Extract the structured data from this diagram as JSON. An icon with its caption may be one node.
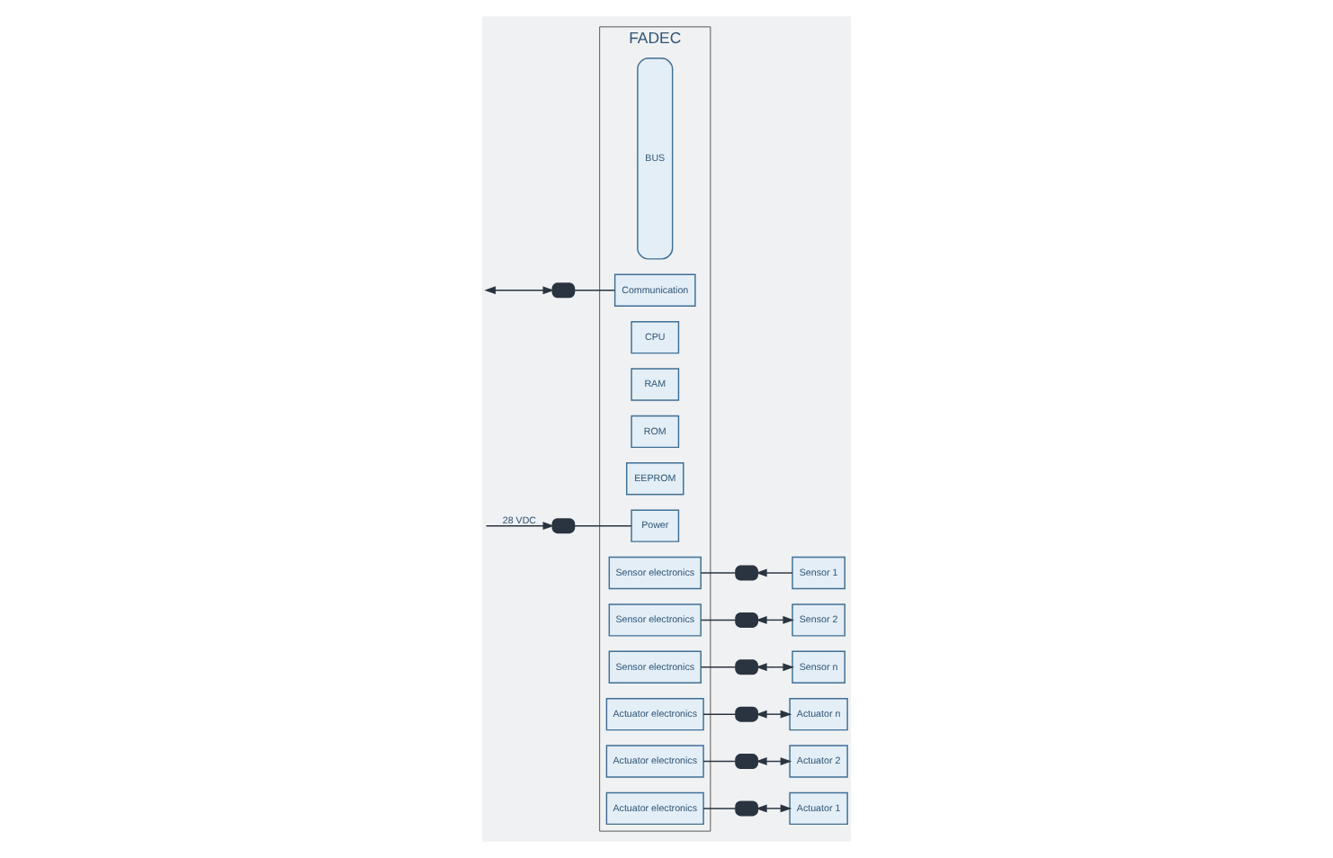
{
  "diagram": {
    "nodes": [
      {
        "text": [
          "FADEC"
        ]
      },
      {
        "text": [
          "BUS"
        ],
        "in": 0
      },
      {
        "text": [
          "Communication"
        ],
        "in": 0
      },
      {
        "text": [
          "CPU"
        ],
        "in": 0
      },
      {
        "text": [
          "RAM"
        ],
        "in": 0
      },
      {
        "text": [
          "ROM"
        ],
        "in": 0
      },
      {
        "text": [
          "EEPROM"
        ],
        "in": 0
      },
      {
        "text": [
          "Power"
        ],
        "in": 0
      },
      {
        "text": [
          "Sensor electronics"
        ],
        "in": 0
      },
      {
        "text": [
          "Sensor electronics"
        ],
        "in": 0
      },
      {
        "text": [
          "Sensor electronics"
        ],
        "in": 0
      },
      {
        "text": [
          "Actuator electronics"
        ],
        "in": 0
      },
      {
        "text": [
          "Actuator electronics"
        ],
        "in": 0
      },
      {
        "text": [
          "Actuator electronics"
        ],
        "in": 0
      },
      {
        "text": [],
        "shape": "bar"
      },
      {
        "text": [],
        "shape": "bar"
      },
      {
        "text": [],
        "shape": "bar"
      },
      {
        "text": [],
        "shape": "bar"
      },
      {
        "text": [],
        "shape": "bar"
      },
      {
        "text": [],
        "shape": "bar"
      },
      {
        "text": [],
        "shape": "bar"
      },
      {
        "text": [],
        "shape": "bar"
      },
      {
        "text": [
          "Sensor 1"
        ]
      },
      {
        "text": [
          "Sensor 2"
        ]
      },
      {
        "text": [
          "Sensor n"
        ]
      },
      {
        "text": [
          "Actuator n"
        ]
      },
      {
        "text": [
          "Actuator 2"
        ]
      },
      {
        "text": [
          "Actuator 1"
        ]
      }
    ],
    "edges": [
      {
        "from": null,
        "to": 14,
        "arrow": "both"
      },
      {
        "from": 14,
        "to": 2,
        "arrow": "none"
      },
      {
        "from": null,
        "to": 15,
        "arrow": "to",
        "label": "28 VDC"
      },
      {
        "from": 15,
        "to": 7,
        "arrow": "none"
      },
      {
        "from": 8,
        "to": 16,
        "arrow": "none"
      },
      {
        "from": 22,
        "to": 16,
        "arrow": "to"
      },
      {
        "from": 9,
        "to": 17,
        "arrow": "none"
      },
      {
        "from": 17,
        "to": 23,
        "arrow": "both"
      },
      {
        "from": 10,
        "to": 18,
        "arrow": "none"
      },
      {
        "from": 18,
        "to": 24,
        "arrow": "both"
      },
      {
        "from": 11,
        "to": 19,
        "arrow": "none"
      },
      {
        "from": 19,
        "to": 25,
        "arrow": "both"
      },
      {
        "from": 12,
        "to": 20,
        "arrow": "none"
      },
      {
        "from": 20,
        "to": 26,
        "arrow": "both"
      },
      {
        "from": 13,
        "to": 21,
        "arrow": "none"
      },
      {
        "from": 21,
        "to": 27,
        "arrow": "both"
      }
    ]
  }
}
